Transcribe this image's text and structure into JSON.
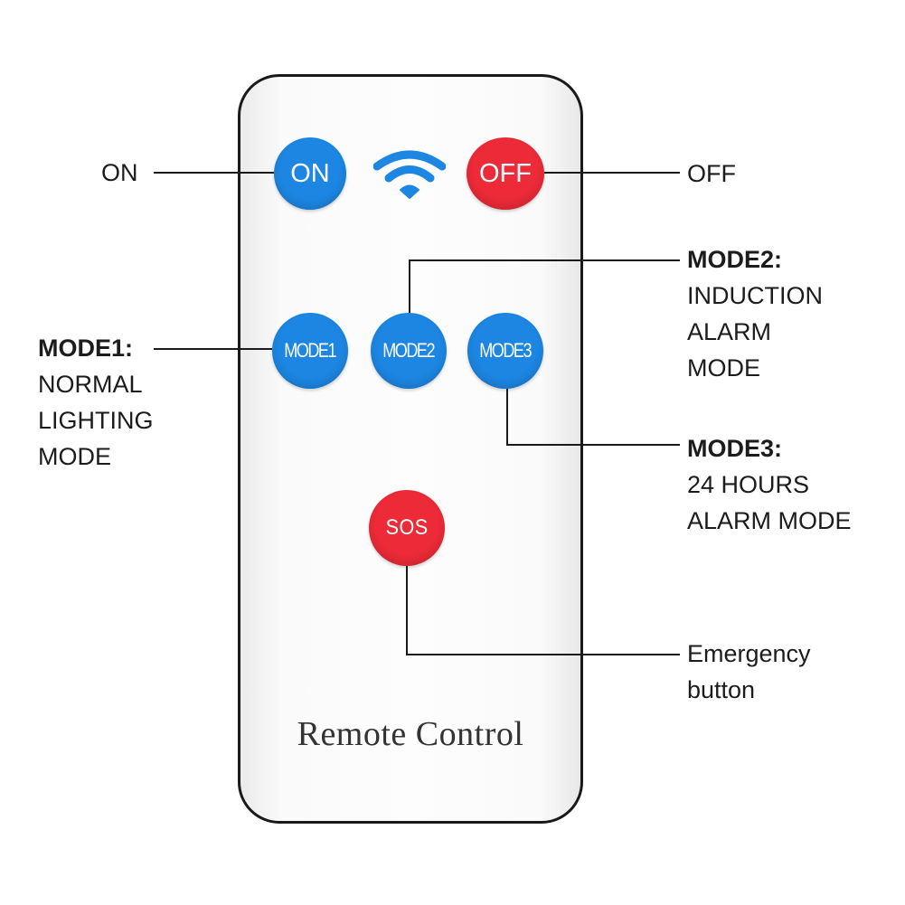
{
  "remote": {
    "label": "Remote Control",
    "body_color": "#fafafa",
    "outline_color": "#1a1a1a"
  },
  "buttons": {
    "on": {
      "text": "ON",
      "color": "#1c86e2"
    },
    "off": {
      "text": "OFF",
      "color": "#ec2a38"
    },
    "mode1": {
      "text": "MODE1",
      "color": "#1c86e2"
    },
    "mode2": {
      "text": "MODE2",
      "color": "#1c86e2"
    },
    "mode3": {
      "text": "MODE3",
      "color": "#1c86e2"
    },
    "sos": {
      "text": "SOS",
      "color": "#ec2a38"
    }
  },
  "icons": {
    "wireless": "wifi-signal-icon",
    "wireless_color": "#1c86e2"
  },
  "callouts": {
    "on": {
      "text": "ON"
    },
    "off": {
      "text": "OFF"
    },
    "mode1": {
      "title": "MODE1:",
      "lines": [
        "NORMAL",
        "LIGHTING",
        "MODE"
      ]
    },
    "mode2": {
      "title": "MODE2:",
      "lines": [
        "INDUCTION",
        "ALARM",
        "MODE"
      ]
    },
    "mode3": {
      "title": "MODE3:",
      "lines": [
        "24 HOURS",
        "ALARM MODE"
      ]
    },
    "sos": {
      "lines": [
        "Emergency",
        "button"
      ]
    }
  }
}
